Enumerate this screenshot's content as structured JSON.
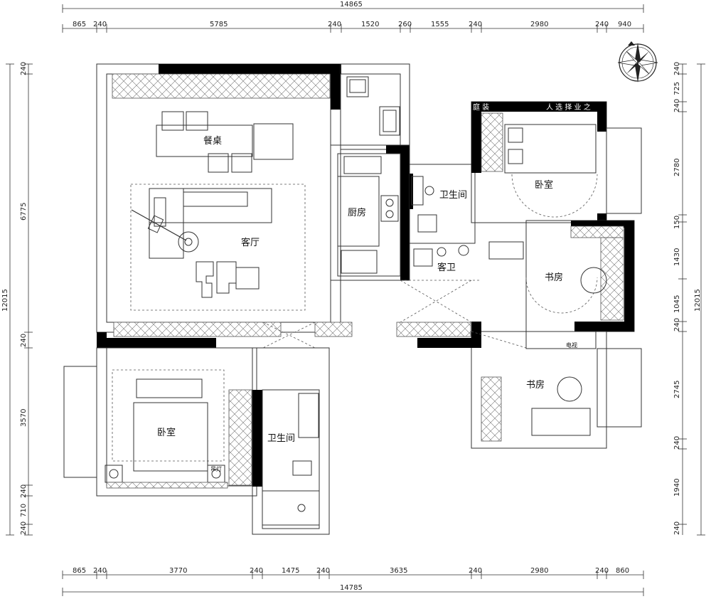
{
  "dimensions": {
    "top_total": "14865",
    "top_segments": [
      "865",
      "240",
      "5785",
      "240",
      "1520",
      "260",
      "1555",
      "240",
      "2980",
      "240",
      "940"
    ],
    "bottom_total": "14785",
    "bottom_segments": [
      "865",
      "240",
      "3770",
      "240",
      "1475",
      "240",
      "3635",
      "240",
      "2980",
      "240",
      "860"
    ],
    "left_total": "12015",
    "left_segments": [
      "240",
      "6775",
      "240",
      "3570",
      "240",
      "710",
      "240"
    ],
    "right_total": "12015",
    "right_segments": [
      "240",
      "725",
      "240",
      "2780",
      "150",
      "1430",
      "1045",
      "240",
      "2745",
      "240",
      "1940",
      "240"
    ]
  },
  "rooms": {
    "dining": "餐桌",
    "living": "客厅",
    "kitchen": "厨房",
    "bath_upper": "卫生间",
    "guest_bath": "客卫",
    "bedroom_ne": "卧室",
    "study_upper": "书房",
    "study_lower": "书房",
    "bedroom_sw": "卧室",
    "bath_lower": "卫生间"
  },
  "labels": {
    "tv": "电视",
    "lamp": "吊灯"
  },
  "watermark": {
    "left": "庭 装",
    "right": "人 选 择 业 之"
  },
  "icons": [
    "compass-rose-icon",
    "stove-icon",
    "sink-icon",
    "toilet-icon",
    "bathtub-icon",
    "bed-icon",
    "sofa-icon"
  ]
}
